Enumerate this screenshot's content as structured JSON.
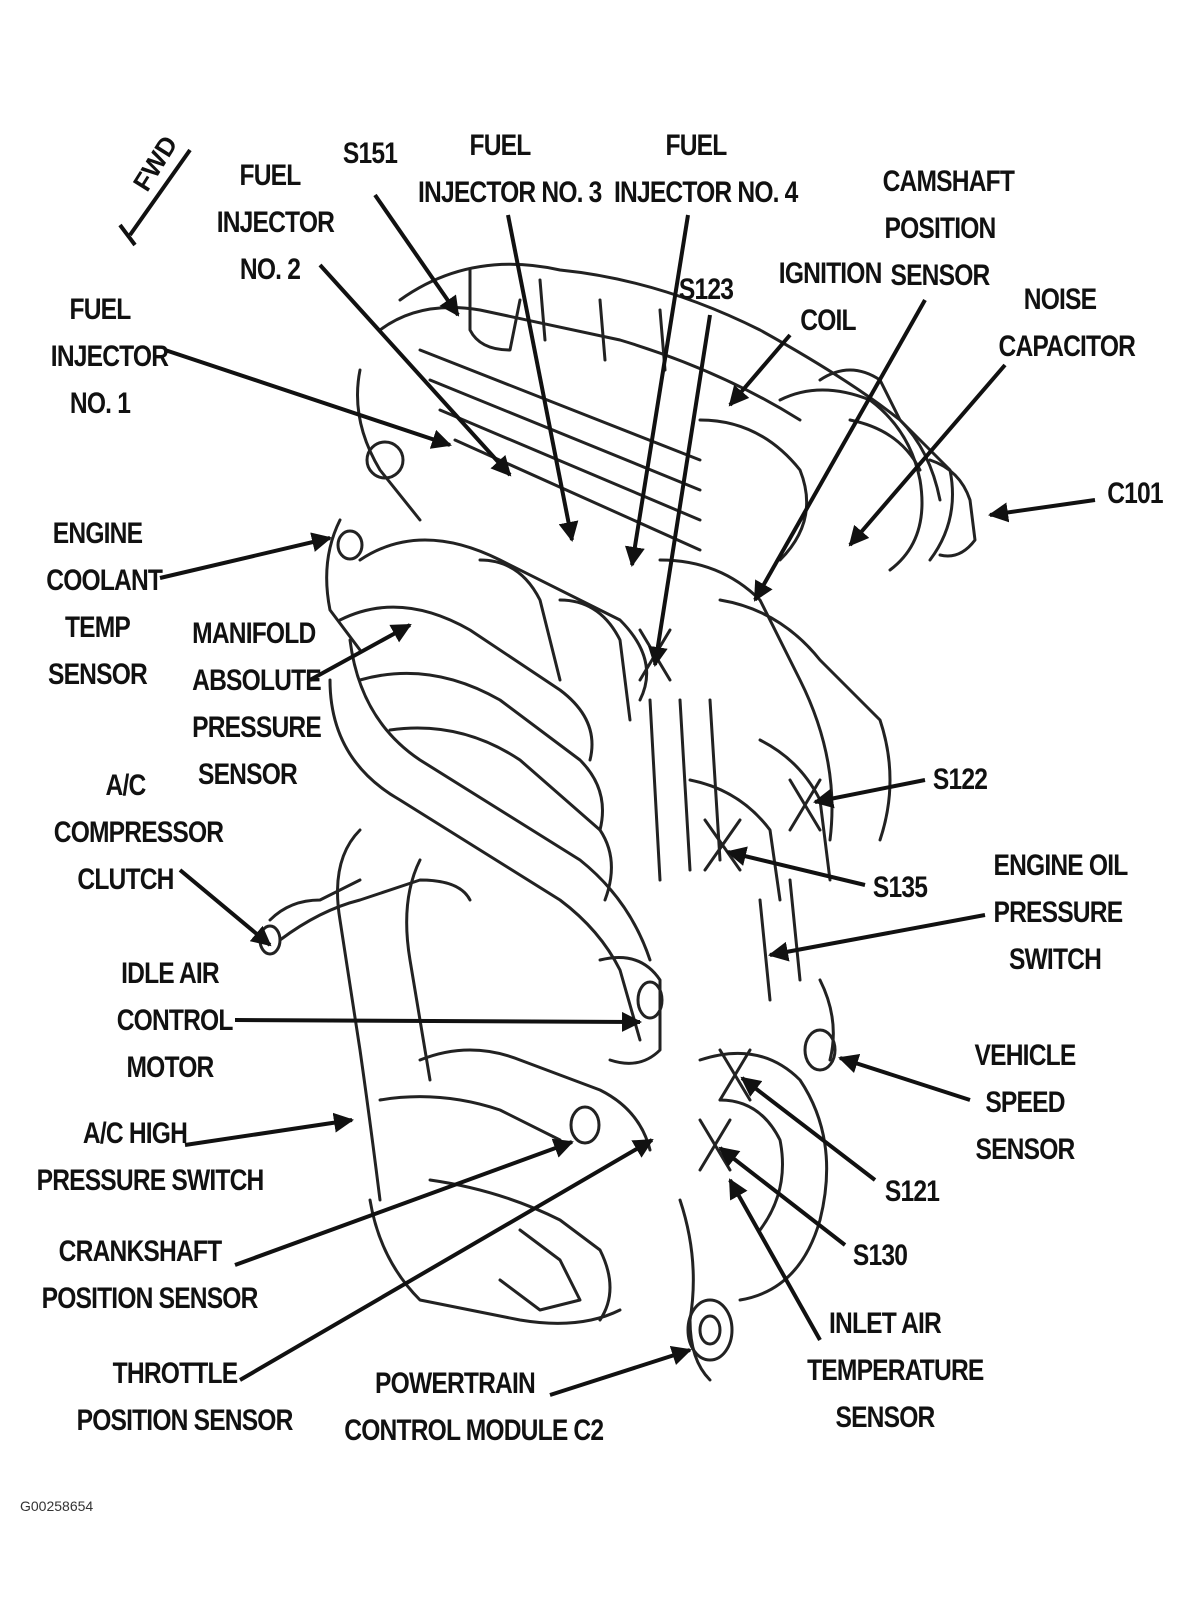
{
  "figure_id": "G00258654",
  "direction_mark": "FWD",
  "callouts": {
    "fuel_injector_1": [
      "FUEL",
      "INJECTOR",
      "NO. 1"
    ],
    "fuel_injector_2": [
      "FUEL",
      "INJECTOR",
      "NO. 2"
    ],
    "s151": [
      "S151"
    ],
    "fuel_injector_3": [
      "FUEL",
      "INJECTOR NO. 3"
    ],
    "fuel_injector_4": [
      "FUEL",
      "INJECTOR NO. 4"
    ],
    "s123": [
      "S123"
    ],
    "ignition_coil": [
      "IGNITION",
      "COIL"
    ],
    "camshaft_position_sensor": [
      "CAMSHAFT",
      "POSITION",
      "SENSOR"
    ],
    "noise_capacitor": [
      "NOISE",
      "CAPACITOR"
    ],
    "c101": [
      "C101"
    ],
    "engine_coolant_temp_sensor": [
      "ENGINE",
      "COOLANT",
      "TEMP",
      "SENSOR"
    ],
    "map_sensor": [
      "MANIFOLD",
      "ABSOLUTE",
      "PRESSURE",
      "SENSOR"
    ],
    "ac_compressor_clutch": [
      "A/C",
      "COMPRESSOR",
      "CLUTCH"
    ],
    "s122": [
      "S122"
    ],
    "s135": [
      "S135"
    ],
    "engine_oil_pressure_switch": [
      "ENGINE OIL",
      "PRESSURE",
      "SWITCH"
    ],
    "idle_air_control_motor": [
      "IDLE AIR",
      "CONTROL",
      "MOTOR"
    ],
    "vehicle_speed_sensor": [
      "VEHICLE",
      "SPEED",
      "SENSOR"
    ],
    "ac_high_pressure_switch": [
      "A/C HIGH",
      "PRESSURE SWITCH"
    ],
    "s121": [
      "S121"
    ],
    "crankshaft_position_sensor": [
      "CRANKSHAFT",
      "POSITION SENSOR"
    ],
    "s130": [
      "S130"
    ],
    "throttle_position_sensor": [
      "THROTTLE",
      "POSITION SENSOR"
    ],
    "powertrain_control_module_c2": [
      "POWERTRAIN",
      "CONTROL MODULE C2"
    ],
    "inlet_air_temperature_sensor": [
      "INLET AIR",
      "TEMPERATURE",
      "SENSOR"
    ]
  }
}
